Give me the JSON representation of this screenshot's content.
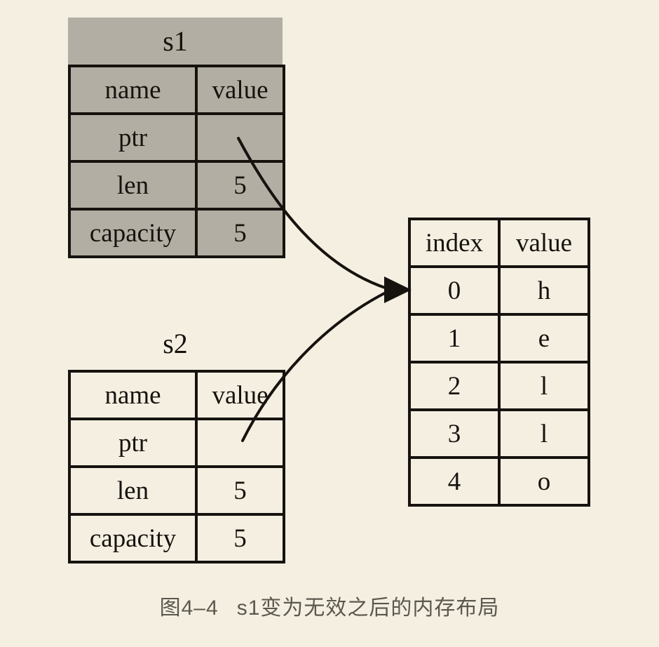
{
  "colors": {
    "page_background": "#f5efe2",
    "invalid_table_fill": "#b2aea3",
    "line_and_border": "#16130f",
    "caption_text": "#5b584e"
  },
  "s1_table": {
    "title": "s1",
    "state": "invalid",
    "headers": [
      "name",
      "value"
    ],
    "rows": [
      {
        "name": "ptr",
        "value": ""
      },
      {
        "name": "len",
        "value": "5"
      },
      {
        "name": "capacity",
        "value": "5"
      }
    ]
  },
  "s2_table": {
    "title": "s2",
    "state": "valid",
    "headers": [
      "name",
      "value"
    ],
    "rows": [
      {
        "name": "ptr",
        "value": ""
      },
      {
        "name": "len",
        "value": "5"
      },
      {
        "name": "capacity",
        "value": "5"
      }
    ]
  },
  "heap_table": {
    "headers": [
      "index",
      "value"
    ],
    "rows": [
      {
        "index": "0",
        "value": "h"
      },
      {
        "index": "1",
        "value": "e"
      },
      {
        "index": "2",
        "value": "l"
      },
      {
        "index": "3",
        "value": "l"
      },
      {
        "index": "4",
        "value": "o"
      }
    ]
  },
  "caption": {
    "label": "图4–4",
    "title": "s1变为无效之后的内存布局"
  }
}
